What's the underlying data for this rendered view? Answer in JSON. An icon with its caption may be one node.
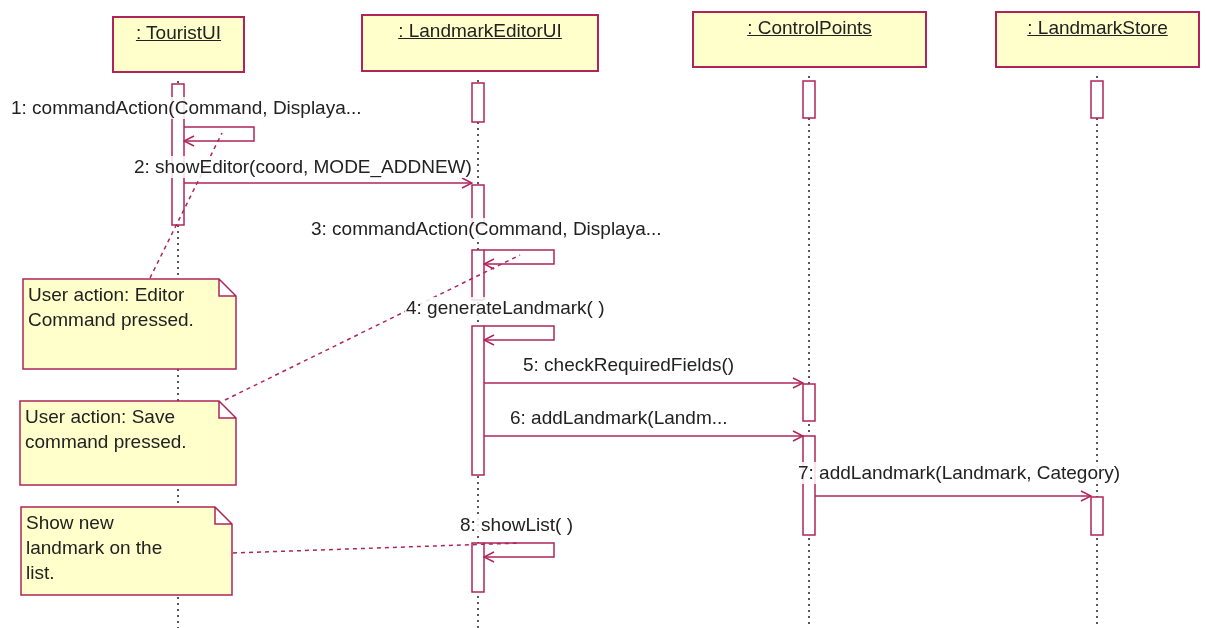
{
  "diagram": {
    "nodes": [
      {
        "text": [
          ": TouristUI"
        ]
      },
      {
        "text": [
          ": LandmarkEditorUI"
        ]
      },
      {
        "text": [
          ": ControlPoints"
        ]
      },
      {
        "text": [
          ": LandmarkStore"
        ]
      },
      {
        "text": [],
        "shape": "bar"
      },
      {
        "text": [],
        "shape": "bar"
      },
      {
        "text": [],
        "shape": "bar"
      },
      {
        "text": [],
        "shape": "bar"
      },
      {
        "text": [],
        "shape": "bar"
      },
      {
        "text": [],
        "shape": "bar"
      },
      {
        "text": [],
        "shape": "bar"
      },
      {
        "text": [],
        "shape": "bar"
      },
      {
        "text": [],
        "shape": "bar"
      },
      {
        "text": [],
        "shape": "bar"
      },
      {
        "text": [],
        "shape": "bar"
      },
      {
        "text": [
          "User action: Editor Command pressed."
        ]
      },
      {
        "text": [
          "User action: Save command pressed."
        ]
      },
      {
        "text": [
          "Show new landmark on the list."
        ]
      }
    ],
    "edges": [
      {
        "from": 7,
        "to": 7,
        "arrow": "to",
        "label": "1: commandAction(Command, Displaya..."
      },
      {
        "from": 7,
        "to": 8,
        "arrow": "to",
        "label": "2: showEditor(coord, MODE_ADDNEW)"
      },
      {
        "from": 9,
        "to": 9,
        "arrow": "to",
        "label": "3: commandAction(Command, Displaya..."
      },
      {
        "from": 10,
        "to": 10,
        "arrow": "to",
        "label": "4: generateLandmark( )"
      },
      {
        "from": 10,
        "to": 11,
        "arrow": "to",
        "label": "5: checkRequiredFields()"
      },
      {
        "from": 10,
        "to": 12,
        "arrow": "to",
        "label": "6: addLandmark(Landm..."
      },
      {
        "from": 12,
        "to": 13,
        "arrow": "to",
        "label": "7: addLandmark(Landmark, Category)"
      },
      {
        "from": 14,
        "to": 14,
        "arrow": "to",
        "label": "8: showList( )"
      },
      {
        "from": 15,
        "to": null,
        "arrow": "none",
        "style": "dashed"
      },
      {
        "from": 16,
        "to": null,
        "arrow": "none",
        "style": "dashed"
      },
      {
        "from": 17,
        "to": null,
        "arrow": "none",
        "style": "dashed"
      }
    ]
  }
}
